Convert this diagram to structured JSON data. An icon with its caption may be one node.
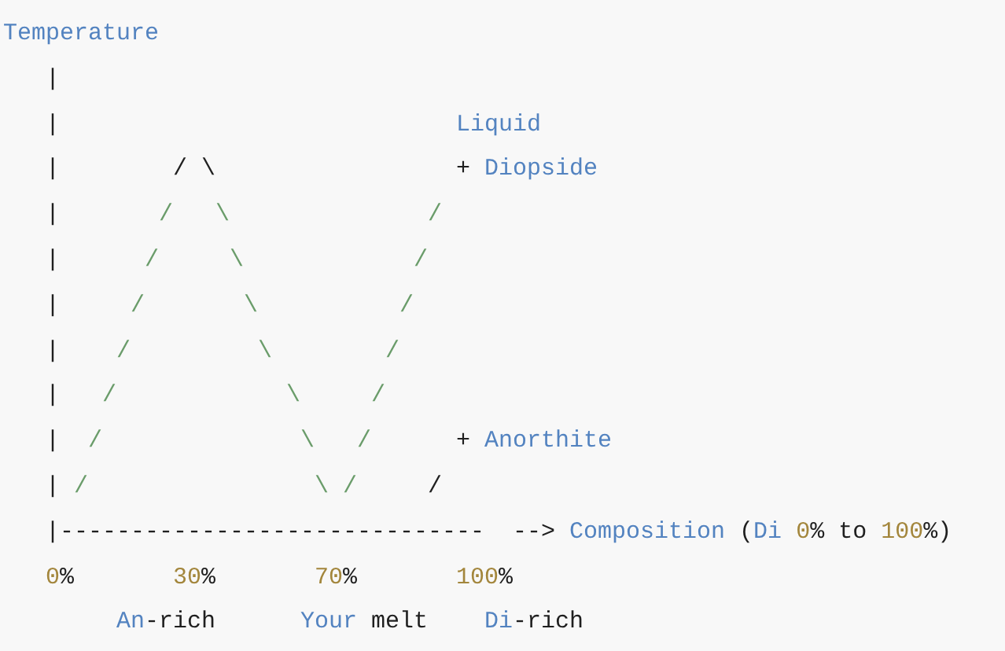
{
  "diagram": {
    "labels": [
      "Temperature",
      "|",
      "|",
      "Liquid",
      "|",
      "/",
      "\\",
      "+ Diopside",
      "|",
      "/",
      "\\",
      "/",
      "|",
      "/",
      "\\",
      "/",
      "|",
      "/",
      "\\",
      "/",
      "|",
      "/",
      "\\",
      "/",
      "|",
      "/",
      "\\",
      "/",
      "|",
      "/",
      "\\",
      "/",
      "+ Anorthite",
      "|",
      "/",
      "\\",
      "/",
      "/",
      "|------------------------------",
      "-->",
      "Composition (Di 0% to 100%)",
      "0%",
      "30%",
      "70%",
      "100%",
      "An-rich",
      "Your melt",
      "Di-rich"
    ]
  }
}
